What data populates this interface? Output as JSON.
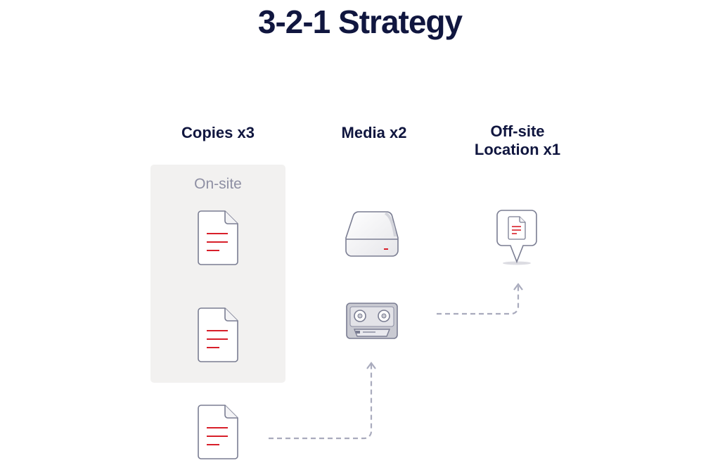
{
  "title": "3-2-1 Strategy",
  "columns": {
    "copies": "Copies x3",
    "media": "Media x2",
    "offsite_line1": "Off-site",
    "offsite_line2": "Location x1"
  },
  "onsite_label": "On-site",
  "colors": {
    "title": "#10163f",
    "accent_red": "#d81f2a",
    "outline": "#7a7d92",
    "onsite_box": "#f2f1f0",
    "onsite_label": "#8e8fa3",
    "dashed_arrow": "#a9abbd"
  },
  "icons": {
    "document": "document-icon",
    "hard_drive": "hard-drive-icon",
    "tape": "tape-cartridge-icon",
    "location": "location-pin-icon"
  }
}
